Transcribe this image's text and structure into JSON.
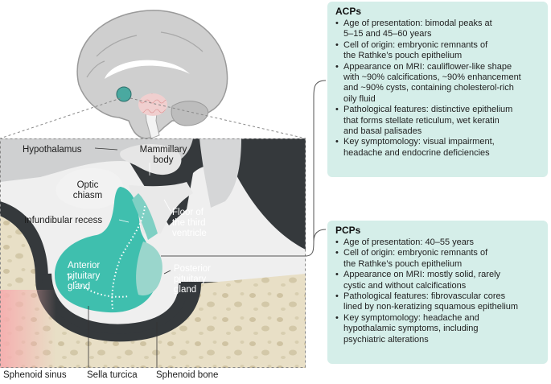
{
  "anatomy_labels": {
    "hypothalamus": "Hypothalamus",
    "mammillary_body": [
      "Mammillary",
      "body"
    ],
    "optic_chiasm": [
      "Optic",
      "chiasm"
    ],
    "infundibular_recess": "Infundibular recess",
    "floor_third_ventricle": [
      "Floor of",
      "the third",
      "ventricle"
    ],
    "anterior_pituitary": [
      "Anterior",
      "pituitary",
      "gland"
    ],
    "posterior_pituitary": [
      "Posterior",
      "pituitary",
      "gland"
    ],
    "sphenoid_sinus": "Sphenoid sinus",
    "sella_turcica": "Sella turcica",
    "sphenoid_bone": "Sphenoid bone"
  },
  "acp": {
    "title": "ACPs",
    "items": [
      [
        "Age of presentation: bimodal peaks at",
        "5–15 and 45–60 years"
      ],
      [
        "Cell of origin: embryonic remnants of",
        "the Rathke’s pouch epithelium"
      ],
      [
        "Appearance on MRI: cauliflower-like shape",
        "with ~90% calcifications, ~90% enhancement",
        "and ~90% cysts, containing cholesterol-rich",
        "oily fluid"
      ],
      [
        "Pathological features: distinctive epithelium",
        "that forms stellate reticulum, wet keratin",
        "and basal palisades"
      ],
      [
        "Key symptomology: visual impairment,",
        "headache and endocrine deficiencies"
      ]
    ]
  },
  "pcp": {
    "title": "PCPs",
    "items": [
      [
        "Age of presentation: 40–55 years"
      ],
      [
        "Cell of origin: embryonic remnants of",
        "the Rathke’s pouch epithelium"
      ],
      [
        "Appearance on MRI: mostly solid, rarely",
        "cystic and without calcifications"
      ],
      [
        "Pathological features: fibrovascular cores",
        "lined by non-keratizing squamous epithelium"
      ],
      [
        "Key symptomology: headache and",
        "hypothalamic symptoms, including",
        "psychiatric alterations"
      ]
    ]
  },
  "colors": {
    "box_fill": "#d5eee9",
    "gland_teal": "#3fbfae",
    "bone_beige": "#e8dfc6",
    "dark_brain": "#35393c",
    "sinus_pink": "#f7c2c2"
  }
}
